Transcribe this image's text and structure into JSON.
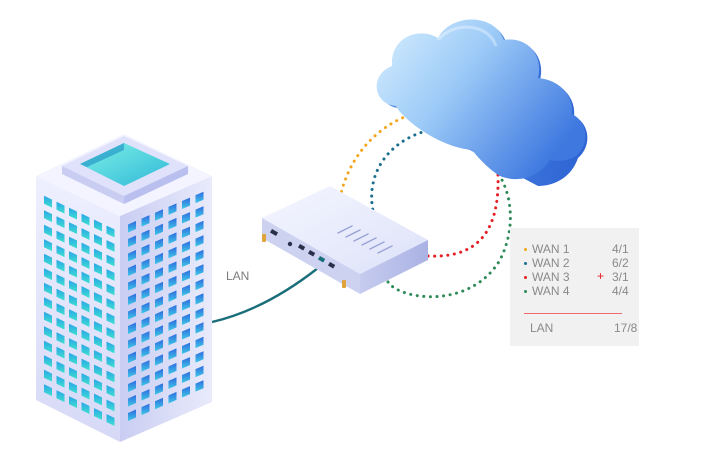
{
  "lan_label": "LAN",
  "stats": {
    "rows": [
      {
        "name": "WAN 1",
        "value": "4/1",
        "marker": "",
        "color": "#f2a51a"
      },
      {
        "name": "WAN 2",
        "value": "6/2",
        "marker": "",
        "color": "#1a6e8e"
      },
      {
        "name": "WAN 3",
        "value": "3/1",
        "marker": "+",
        "color": "#e31e24"
      },
      {
        "name": "WAN 4",
        "value": "4/4",
        "marker": "",
        "color": "#2e8b57"
      }
    ],
    "lan_name": "LAN",
    "lan_value": "17/8"
  },
  "icons": {
    "building": "office-building-icon",
    "router": "router-icon",
    "cloud": "cloud-icon"
  },
  "colors": {
    "wan1": "#f2a51a",
    "wan2": "#1a6e8e",
    "wan3": "#e31e24",
    "wan4": "#2e8b57",
    "lan_cable": "#1a6e7a",
    "divider": "#ef6b6b"
  }
}
